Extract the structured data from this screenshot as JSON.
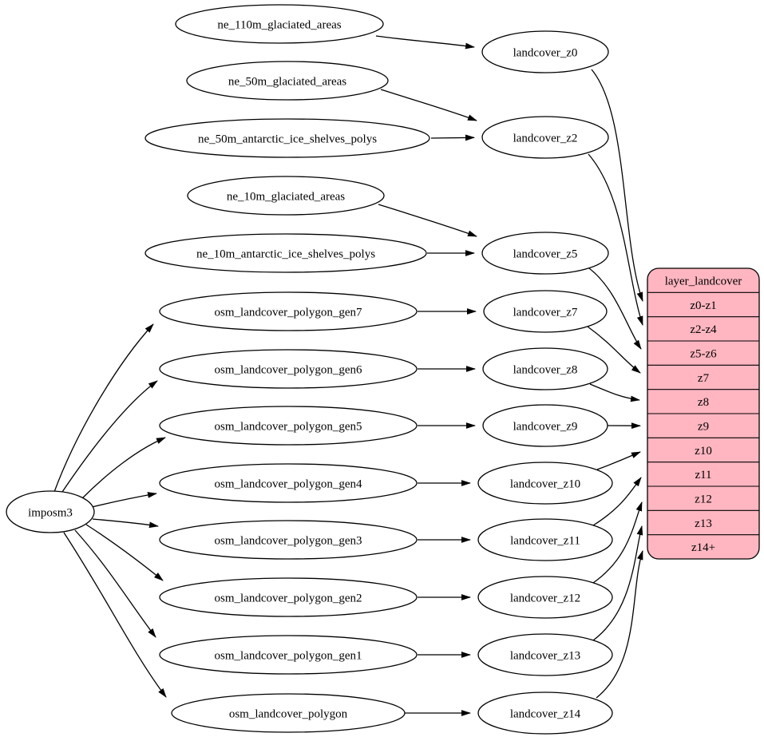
{
  "colors": {
    "background": "#ffffff",
    "node_fill": "#ffffff",
    "node_stroke": "#000000",
    "edge_color": "#000000",
    "table_fill": "#ffb6c1",
    "text_color": "#000000"
  },
  "imposm3": {
    "label": "imposm3"
  },
  "sources": [
    {
      "label": "ne_110m_glaciated_areas"
    },
    {
      "label": "ne_50m_glaciated_areas"
    },
    {
      "label": "ne_50m_antarctic_ice_shelves_polys"
    },
    {
      "label": "ne_10m_glaciated_areas"
    },
    {
      "label": "ne_10m_antarctic_ice_shelves_polys"
    },
    {
      "label": "osm_landcover_polygon_gen7"
    },
    {
      "label": "osm_landcover_polygon_gen6"
    },
    {
      "label": "osm_landcover_polygon_gen5"
    },
    {
      "label": "osm_landcover_polygon_gen4"
    },
    {
      "label": "osm_landcover_polygon_gen3"
    },
    {
      "label": "osm_landcover_polygon_gen2"
    },
    {
      "label": "osm_landcover_polygon_gen1"
    },
    {
      "label": "osm_landcover_polygon"
    }
  ],
  "landcover_views": [
    {
      "label": "landcover_z0"
    },
    {
      "label": "landcover_z2"
    },
    {
      "label": "landcover_z5"
    },
    {
      "label": "landcover_z7"
    },
    {
      "label": "landcover_z8"
    },
    {
      "label": "landcover_z9"
    },
    {
      "label": "landcover_z10"
    },
    {
      "label": "landcover_z11"
    },
    {
      "label": "landcover_z12"
    },
    {
      "label": "landcover_z13"
    },
    {
      "label": "landcover_z14"
    }
  ],
  "layer_table": {
    "header": "layer_landcover",
    "rows": [
      {
        "label": "z0-z1"
      },
      {
        "label": "z2-z4"
      },
      {
        "label": "z5-z6"
      },
      {
        "label": "z7"
      },
      {
        "label": "z8"
      },
      {
        "label": "z9"
      },
      {
        "label": "z10"
      },
      {
        "label": "z11"
      },
      {
        "label": "z12"
      },
      {
        "label": "z13"
      },
      {
        "label": "z14+"
      }
    ]
  }
}
